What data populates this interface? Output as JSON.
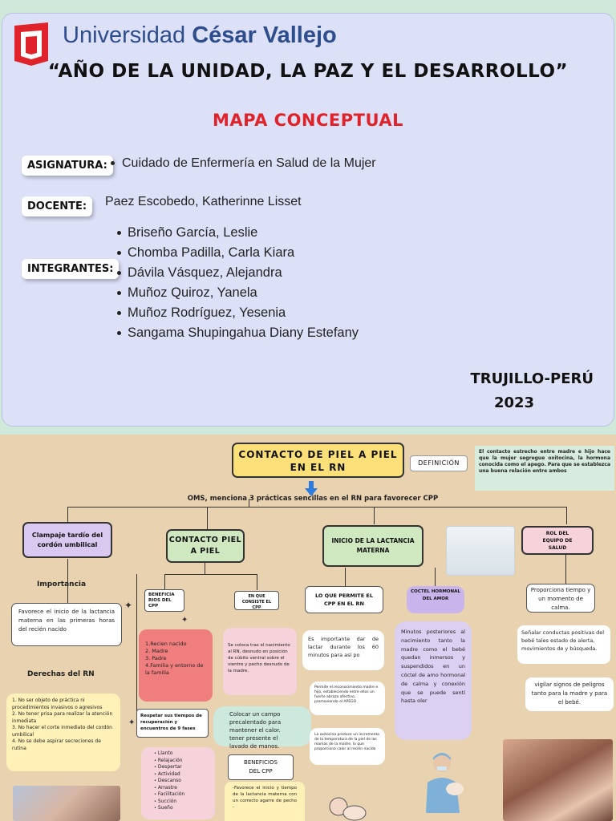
{
  "cover": {
    "university_prefix": "Universidad",
    "university_name": "César Vallejo",
    "motto": "“AÑO DE LA UNIDAD, LA PAZ Y EL DESARROLLO”",
    "doc_type": "MAPA CONCEPTUAL",
    "subject_tag": "ASIGNATURA:",
    "subject": "Cuidado de Enfermería en Salud de la Mujer",
    "teacher_tag": "DOCENTE:",
    "teacher": "Paez Escobedo, Katherinne Lisset",
    "members_tag": "INTEGRANTES:",
    "members": [
      "Briseño García, Leslie",
      "Chomba Padilla, Carla Kiara",
      "Dávila Vásquez, Alejandra",
      "Muñoz Quiroz, Yanela",
      "Muñoz Rodríguez, Yesenia",
      "Sangama Shupingahua Diany Estefany"
    ],
    "city": "TRUJILLO-PERÚ",
    "year": "2023",
    "colors": {
      "brand_red": "#e0232b",
      "brand_blue": "#2e4d8c",
      "cover_bg": "#dde1f8"
    }
  },
  "map": {
    "title": "CONTACTO DE PIEL A PIEL EN EL RN",
    "definition_label": "DEFINICIÓN",
    "definition_text": "El contacto estrecho entre madre e hijo hace que la mujer segregue oxitocina, la hormona conocida como el apego. Para que se establezca una buena relación entre ambos",
    "oms_text": "OMS, menciona 3 prácticas sencillas en el RN para favorecer CPP",
    "branch1": {
      "title": "Clampaje tardío del cordón umbilical",
      "importance_label": "Importancia",
      "importance_text": "Favorece el inicio de la lactancia materna en las primeras horas del recién nacido",
      "rights_label": "Derechas del RN",
      "rights": [
        "1. No ser objeto de práctica ni procedimientos invasivos o agresivos",
        "2. No tener prisa para realizar la atención inmediata",
        "3. No hacer el corte inmediato del cordón umbilical",
        "4. No se debe aspirar secreciones de rutina"
      ]
    },
    "branch2": {
      "title": "CONTACTO PIEL A PIEL",
      "benefits_label": "BENEFICIA RIOS DEL CPP",
      "benefits": [
        "1.Recien nacido",
        "2. Madre",
        "3. Padre",
        "4.Familia y entorno de la familia"
      ],
      "consists_label": "EN QUE CONSISTE EL CPP",
      "consists_text": "Se coloca tras el nacimiento al RN, desnudo en posición de cúbito ventral sobre el vientre y pecho desnudo de la madre.",
      "place_text": "Colocar un campo precalentado para mantener el calor. tener presente el lavado de manos.",
      "respect_label": "Respetar sus tiempos de recuperación y encuentros de 9 fases",
      "phases": [
        "Llanto",
        "Relajación",
        "Despertar",
        "Actividad",
        "Descanso",
        "Arrastre",
        "Facilitación",
        "Succión",
        "Sueño"
      ],
      "cpp_benefits_label": "BENEFICIOS DEL CPP",
      "cpp_benefits_text": "-Favorece el inicio y tiempo de la lactancia materna con un correcto agarre de pecho -"
    },
    "branch3": {
      "title": "INICIO DE LA LACTANCIA MATERNA",
      "allows_label": "LO QUE PERMITE EL CPP EN EL RN",
      "allows_text": "Es importante dar de lactar durante los 60 minutos para así po",
      "recognition_text": "Permite el reconocimiento madre e hijo, estableciendo entre ellos un fuerte abrazo afectivo, promoviendo el APEGO",
      "oxytocin_text": "La oxitocina produce un incremento de la temperatura de la piel de las mamas de la madre, lo que proporciona calor al recién nacido",
      "cocktail_label": "COCTEL HORMONAL DEL AMOR",
      "cocktail_text": "Minutos posteriores al nacimiento tanto la madre como el bebé quedan inmersos y suspendidos en un cóctel de amo hormonal de calma y conexión que se puede sentí hasta oler"
    },
    "branch4": {
      "title": "ROL DEL EQUIPO DE SALUD",
      "roles": [
        "Proporciona tiempo y un momento de calma.",
        "Señalar conductas positivas del bebé tales estado de alerta, movimientos de y búsqueda.",
        "vigilar signos de peligros tanto para la madre y para el bebé."
      ]
    },
    "colors": {
      "title_yellow": "#fbe07a",
      "green": "#cfe8c0",
      "purple": "#d9c8ef",
      "pink": "#f6d2db",
      "red_box": "#f07e7e",
      "cream": "#fff1b8",
      "teal": "#cde8dd"
    }
  }
}
